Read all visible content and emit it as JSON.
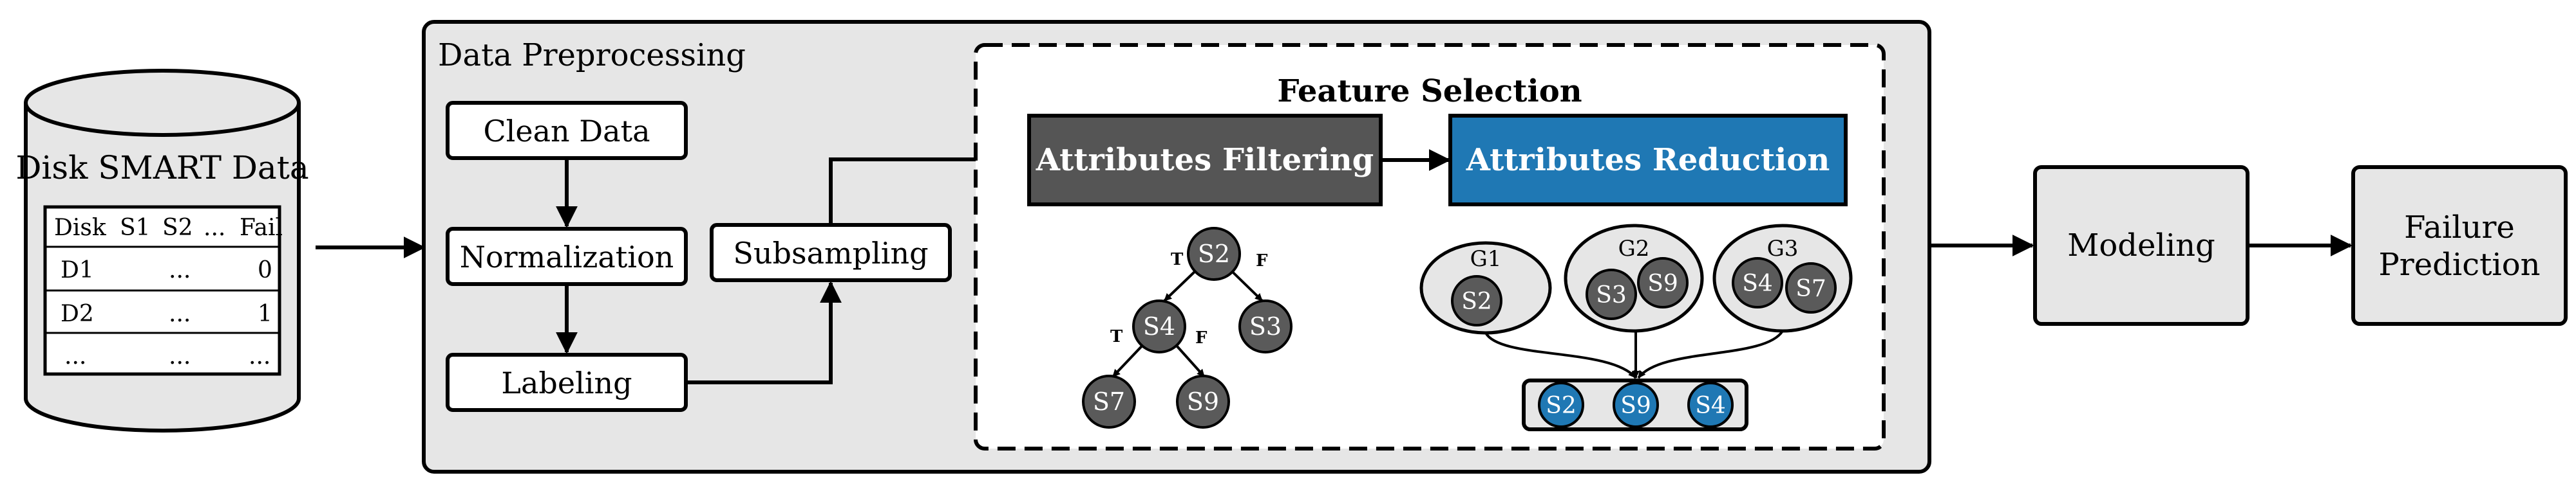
{
  "database": {
    "title": "Disk SMART Data",
    "table": {
      "headers": [
        "Disk",
        "S1",
        "S2",
        "...",
        "Fail"
      ],
      "rows": [
        [
          "D1",
          "...",
          "0"
        ],
        [
          "D2",
          "...",
          "1"
        ],
        [
          "...",
          "...",
          "..."
        ]
      ]
    }
  },
  "preprocessing": {
    "title": "Data Preprocessing",
    "steps": {
      "clean": "Clean Data",
      "normalization": "Normalization",
      "labeling": "Labeling",
      "subsampling": "Subsampling"
    }
  },
  "feature_selection": {
    "title": "Feature Selection",
    "filtering": "Attributes Filtering",
    "reduction": "Attributes Reduction",
    "tree": {
      "root": "S2",
      "left": "S4",
      "right": "S3",
      "left_left": "S7",
      "left_right": "S9",
      "true_label": "T",
      "false_label": "F"
    },
    "groups": [
      {
        "name": "G1",
        "members": [
          "S2"
        ]
      },
      {
        "name": "G2",
        "members": [
          "S3",
          "S9"
        ]
      },
      {
        "name": "G3",
        "members": [
          "S4",
          "S7"
        ]
      }
    ],
    "selected": [
      "S2",
      "S9",
      "S4"
    ]
  },
  "modeling": "Modeling",
  "failure_prediction": {
    "line1": "Failure",
    "line2": "Prediction"
  },
  "colors": {
    "panel": "#e6e6e6",
    "dark_box": "#555555",
    "blue": "#1f78b4",
    "node_gray": "#5a5a5a"
  }
}
